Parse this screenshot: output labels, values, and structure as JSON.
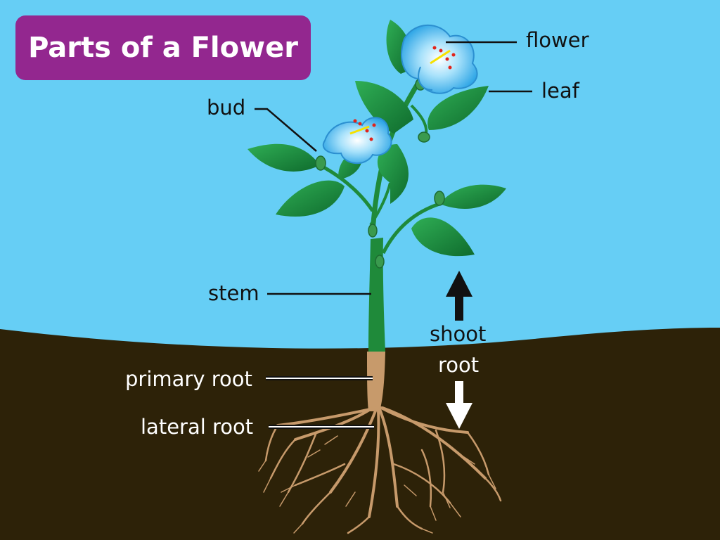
{
  "title": "Parts of a Flower",
  "labels": {
    "flower": "flower",
    "leaf": "leaf",
    "bud": "bud",
    "stem": "stem",
    "shoot": "shoot",
    "root": "root",
    "primary_root": "primary root",
    "lateral_root": "lateral root"
  },
  "colors": {
    "sky": "#66cef5",
    "soil": "#2d2208",
    "title_bg": "#93278f",
    "leaf": "#1e8a3e",
    "stem": "#1f8a3a",
    "root": "#c79a6b",
    "petal": "#4db8f0"
  }
}
